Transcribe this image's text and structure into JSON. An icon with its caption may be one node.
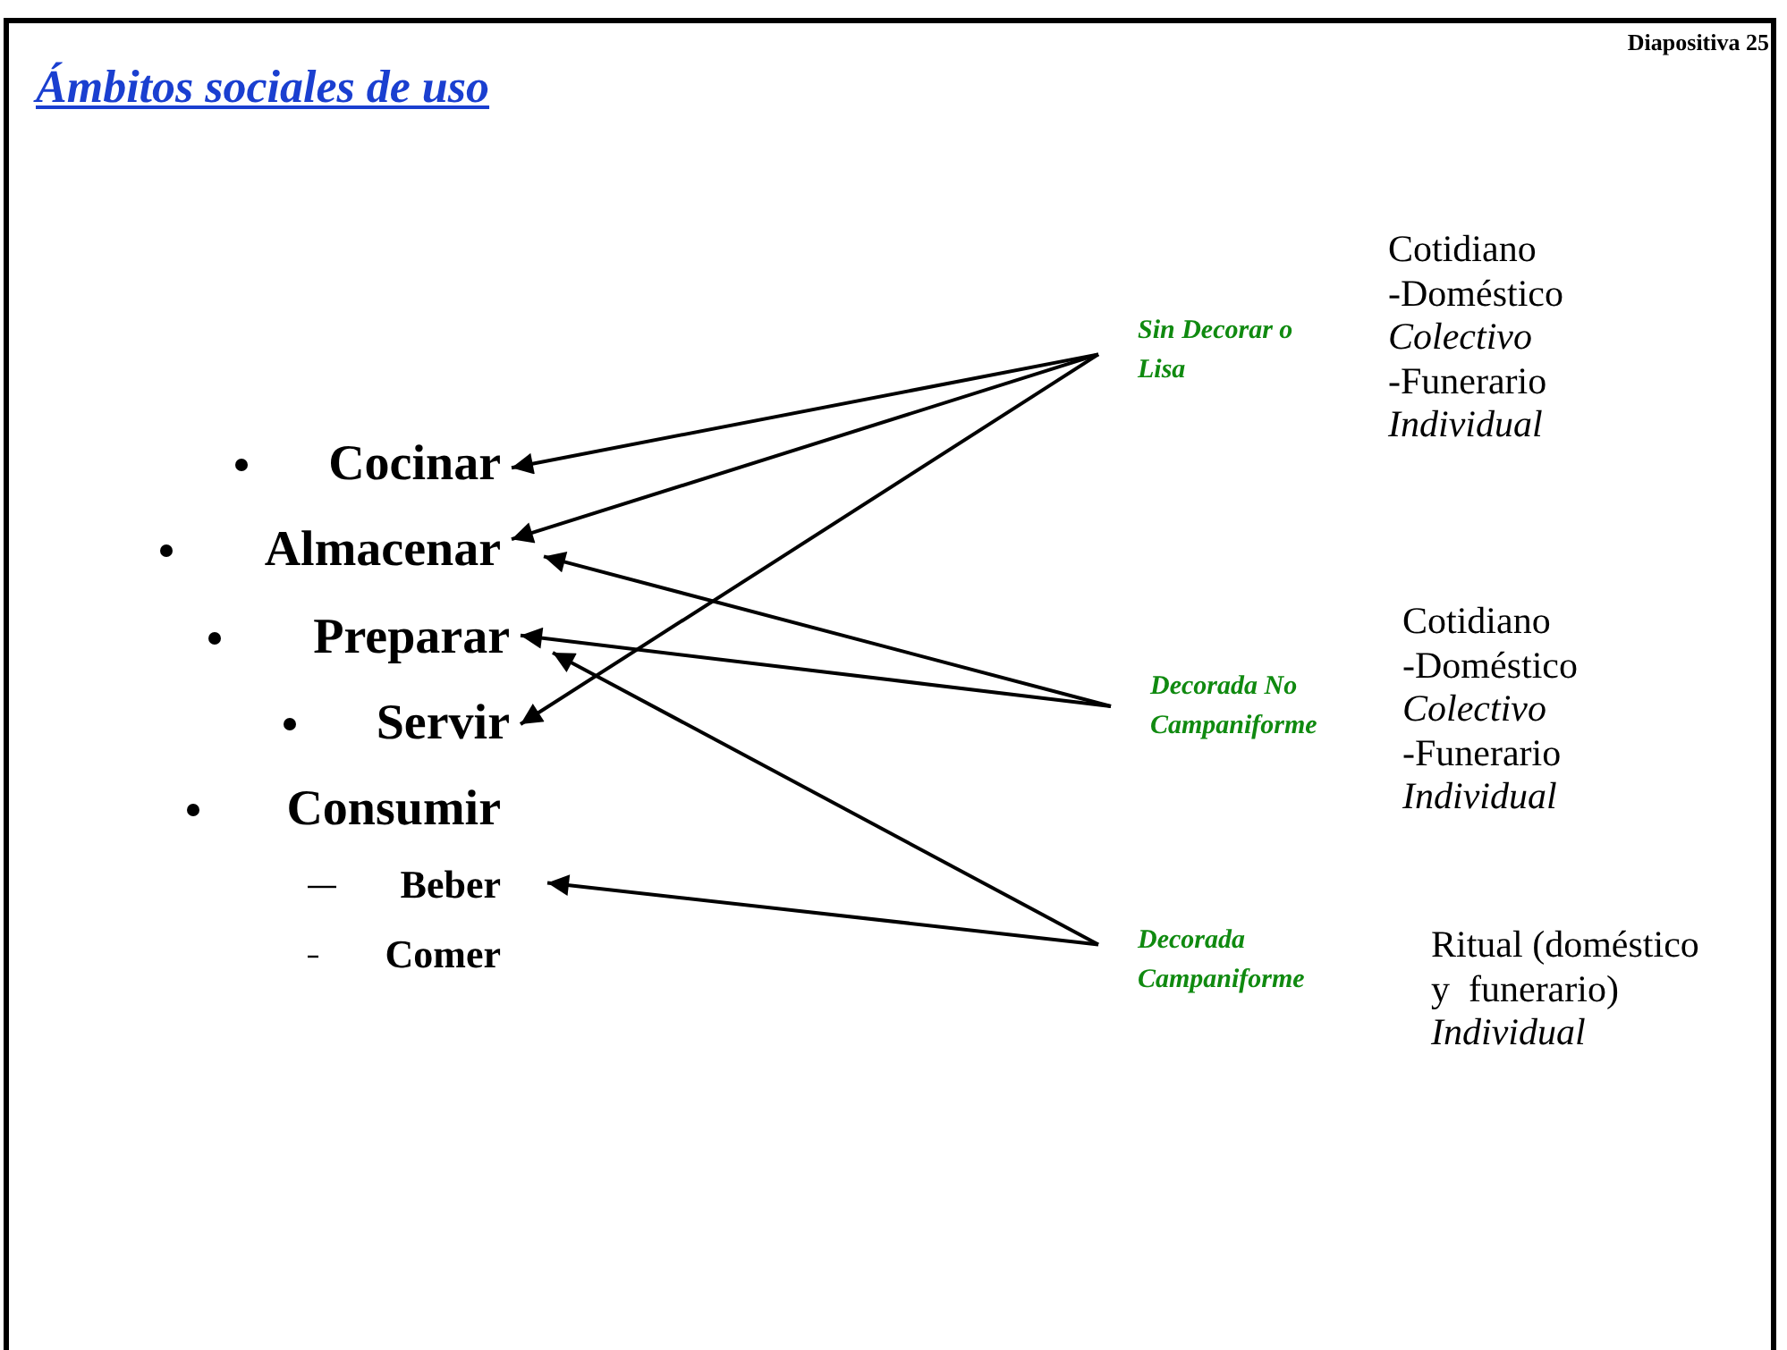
{
  "diagram": {
    "title": "Ámbitos sociales de uso",
    "nodes": [
      {
        "text": [
          "Cocinar"
        ]
      },
      {
        "text": [
          "Almacenar"
        ]
      },
      {
        "text": [
          "Preparar"
        ]
      },
      {
        "text": [
          "Servir"
        ]
      },
      {
        "text": [
          "Consumir"
        ]
      },
      {
        "text": [
          "Beber"
        ]
      },
      {
        "text": [
          "Comer"
        ]
      },
      {
        "text": [
          "Sin Decorar o Lisa"
        ],
        "beside": [
          "Cotidiano",
          "-Doméstico",
          "*Colectivo*",
          "-Funerario",
          "*Individual*"
        ]
      },
      {
        "text": [
          "Decorada No Campaniforme"
        ],
        "beside": [
          "Cotidiano",
          "-Doméstico",
          "*Colectivo*",
          "-Funerario",
          "*Individual*"
        ]
      },
      {
        "text": [
          "Decorada Campaniforme"
        ],
        "beside": [
          "Ritual (doméstico",
          "y  funerario)",
          "*Individual*"
        ]
      }
    ],
    "edges": [
      {
        "from": 7,
        "to": 0,
        "arrow": "to"
      },
      {
        "from": 7,
        "to": 1,
        "arrow": "to"
      },
      {
        "from": 7,
        "to": 3,
        "arrow": "to"
      },
      {
        "from": 8,
        "to": 1,
        "arrow": "to"
      },
      {
        "from": 8,
        "to": 2,
        "arrow": "to"
      },
      {
        "from": 9,
        "to": 2,
        "arrow": "to"
      },
      {
        "from": 9,
        "to": 5,
        "arrow": "to"
      }
    ],
    "labels": [
      "Diapositiva 25"
    ]
  }
}
